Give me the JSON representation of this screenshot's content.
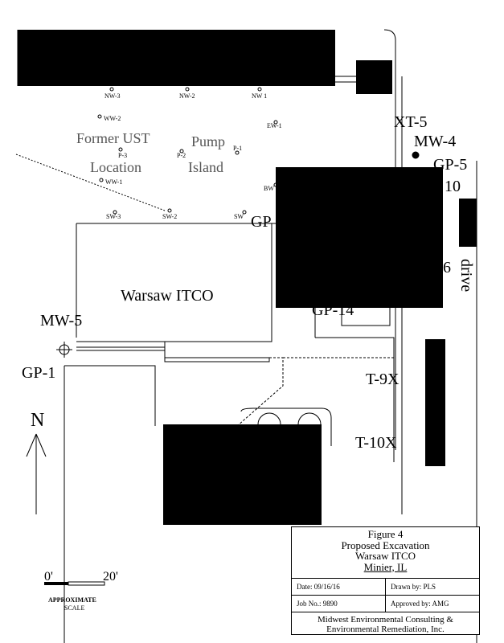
{
  "sample_points": {
    "nw3": "NW-3",
    "nw2": "NW-2",
    "nw1": "NW 1",
    "ww2": "WW-2",
    "ew1": "EW-1",
    "ww1": "WW-1",
    "bw": "BW",
    "sw3": "SW-3",
    "sw2": "SW-2",
    "sw": "SW",
    "p3": "P-3",
    "p2": "P-2",
    "p1": "P-1"
  },
  "areas": {
    "former_ust_1": "Former UST",
    "former_ust_2": "Location",
    "pump": "Pump",
    "island": "Island",
    "building": "Warsaw ITCO",
    "drive": "drive"
  },
  "wells": {
    "mw5": "MW-5",
    "gp1": "GP-1",
    "xt5": "XT-5",
    "mw4": "MW-4",
    "gp5": "GP-5",
    "ten": "10",
    "six": "6",
    "gp": "GP",
    "gp14": "GP-14",
    "t9x": "T-9X",
    "t10x": "T-10X"
  },
  "north": "N",
  "scale": {
    "zero": "0'",
    "twenty": "20'",
    "label1": "APPROXIMATE",
    "label2": "SCALE"
  },
  "title_block": {
    "figure": "Figure 4",
    "title": "Proposed Excavation",
    "site": "Warsaw ITCO",
    "location": "Minier, IL",
    "date": "Date: 09/16/16",
    "drawn_by": "Drawn by: PLS",
    "job_no": "Job No.: 9890",
    "approved_by": "Approved by: AMG",
    "company1": "Midwest Environmental Consulting &",
    "company2": "Environmental Remediation, Inc."
  }
}
